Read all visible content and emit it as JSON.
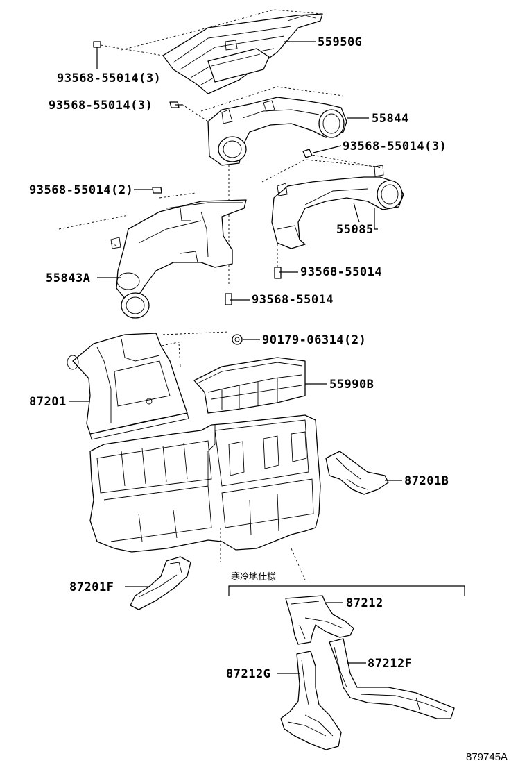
{
  "diagram": {
    "figure_number": "879745A",
    "section_note": "寒冷地仕様",
    "labels": {
      "p55950g": "55950G",
      "b1": "93568-55014(3)",
      "b2": "93568-55014(3)",
      "p55844": "55844",
      "b3": "93568-55014(3)",
      "b4": "93568-55014(2)",
      "p55085": "55085",
      "p55843a": "55843A",
      "b5": "93568-55014",
      "b6": "93568-55014",
      "n1": "90179-06314(2)",
      "p55990b": "55990B",
      "p87201": "87201",
      "p87201b": "87201B",
      "p87201f": "87201F",
      "p87212": "87212",
      "p87212g": "87212G",
      "p87212f": "87212F"
    }
  }
}
